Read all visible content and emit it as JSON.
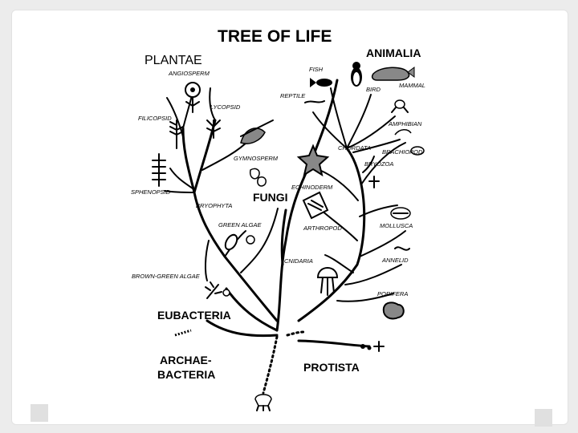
{
  "title": "TREE OF LIFE",
  "kingdoms": {
    "plantae": "PLANTAE",
    "animalia": "ANIMALIA",
    "fungi": "FUNGI",
    "eubacteria": "EUBACTERIA",
    "archaebacteria_line1": "ARCHAE-",
    "archaebacteria_line2": "BACTERIA",
    "protista": "PROTISTA"
  },
  "groups": {
    "angiosperm": "ANGIOSPERM",
    "lycopsid": "LYCOPSID",
    "filicopsid": "FILICOPSID",
    "gymnosperm": "GYMNOSPERM",
    "sphenopsid": "SPHENOPSID",
    "bryophyta": "BRYOPHYTA",
    "green_algae": "GREEN ALGAE",
    "brown_green_algae": "BROWN-GREEN ALGAE",
    "fish": "FISH",
    "mammal": "MAMMAL",
    "bird": "BIRD",
    "reptile": "REPTILE",
    "amphibian": "AMPHIBIAN",
    "chordata": "CHORDATA",
    "brachiopod": "BRACHIOPOD",
    "bryozoa": "BRYOZOA",
    "echinoderm": "ECHINODERM",
    "arthropod": "ARTHROPOD",
    "mollusca": "MOLLUSCA",
    "cnidaria": "CNIDARIA",
    "annelid": "ANNELID",
    "porifera": "PORIFERA"
  }
}
